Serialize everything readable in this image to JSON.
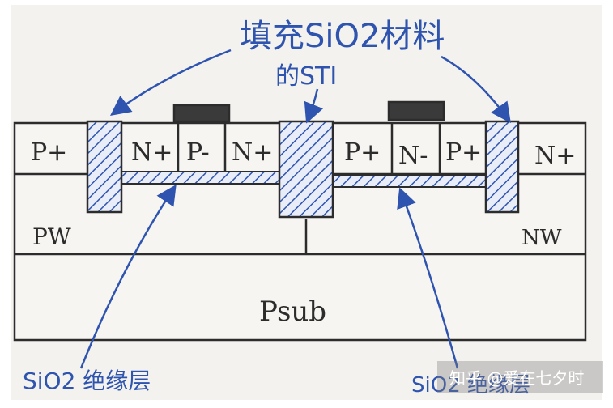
{
  "annotations": {
    "top_line1": "填充SiO2材料",
    "top_line2": "的STI",
    "bottom_left": "SiO2 绝缘层",
    "bottom_right": "SiO2 绝缘层"
  },
  "regions": {
    "p_plus_1": "P+",
    "n_plus_1": "N+",
    "p_minus": "P-",
    "n_plus_2": "N+",
    "p_plus_2": "P+",
    "n_minus": "N-",
    "p_plus_3": "P+",
    "n_plus_3": "N+",
    "pw": "PW",
    "nw": "NW",
    "psub": "Psub"
  },
  "watermark": "知乎 @爱在七夕时",
  "colors": {
    "ink": "#2c2c2c",
    "pen_blue": "#2f54b0",
    "paper": "#f3f2ee"
  }
}
